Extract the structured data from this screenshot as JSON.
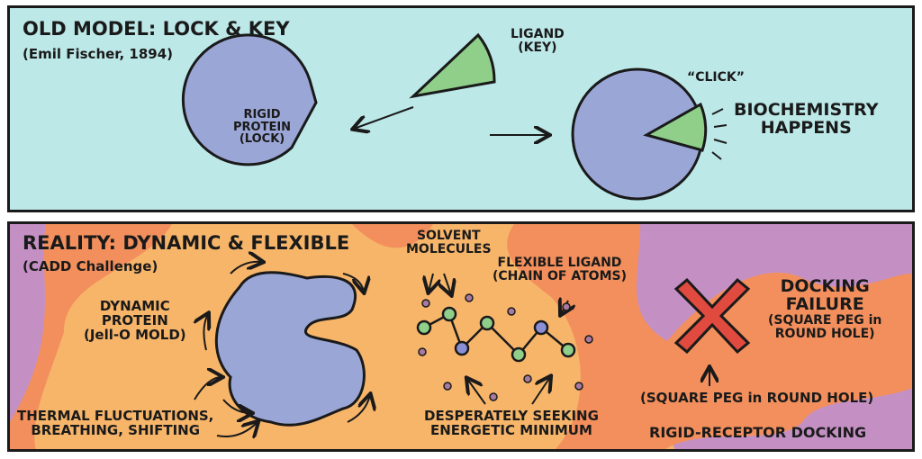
{
  "top_panel": {
    "title": "OLD MODEL:  LOCK & KEY",
    "subtitle": "(Emil Fischer, 1894)",
    "ligand_label": [
      "LIGAND",
      "(KEY)"
    ],
    "protein_label": [
      "RIGID",
      "PROTEIN",
      "(LOCK)"
    ],
    "click_label": "“CLICK”",
    "result_label": [
      "BIOCHEMISTRY",
      "HAPPENS"
    ]
  },
  "bottom_panel": {
    "title": "REALITY:  DYNAMIC & FLEXIBLE",
    "subtitle": "(CADD Challenge)",
    "protein_label": [
      "DYNAMIC",
      "PROTEIN",
      "(Jell-O MOLD)"
    ],
    "thermal_label": [
      "THERMAL FLUCTUATIONS,",
      "BREATHING, SHIFTING"
    ],
    "solvent_label": [
      "SOLVENT",
      "MOLECULES"
    ],
    "ligand_label": [
      "FLEXIBLE LIGAND",
      "(CHAIN OF ATOMS)"
    ],
    "seeking_label": [
      "DESPERATELY SEEKING",
      "ENERGETIC MINIMUM"
    ],
    "failure_label": [
      "DOCKING",
      "FAILURE",
      "(SQUARE PEG in",
      "ROUND HOLE)"
    ],
    "peg_label": "(SQUARE PEG in ROUND HOLE)",
    "docking_label": "RIGID-RECEPTOR DOCKING"
  },
  "colors": {
    "top_bg": "#bde8e8",
    "protein": "#9aa6d6",
    "ligand": "#8fcf8a",
    "orange": "#f7b56a",
    "dark_orange": "#f28f5c",
    "purple": "#c490c4",
    "cross": "#e04a3f"
  }
}
